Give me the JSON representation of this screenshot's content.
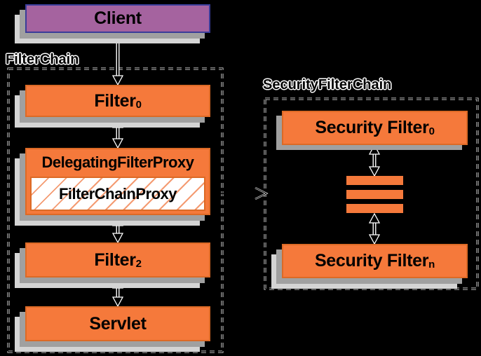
{
  "sections": {
    "filter_chain": {
      "label": "FilterChain"
    },
    "security_filter_chain": {
      "label": "SecurityFilterChain"
    }
  },
  "boxes": {
    "client": {
      "label": "Client"
    },
    "filter0": {
      "label": "Filter",
      "subscript": "0"
    },
    "delegating_filter_proxy": {
      "label": "DelegatingFilterProxy"
    },
    "filter_chain_proxy": {
      "label": "FilterChainProxy"
    },
    "filter2": {
      "label": "Filter",
      "subscript": "2"
    },
    "servlet": {
      "label": "Servlet"
    },
    "security_filter_0": {
      "label": "Security Filter",
      "subscript": "0"
    },
    "security_filter_n": {
      "label": "Security Filter",
      "subscript": "n"
    }
  },
  "stack_bars_count": 3,
  "colors": {
    "background": "#000000",
    "box_orange": "#F5793B",
    "box_orange_border": "#DC6A26",
    "client_purple": "#A5639F",
    "client_border": "#3A3D99",
    "shadow_near": "#A0A0A0",
    "shadow_far": "#D4D4D4",
    "hatch_line": "#F49B72",
    "text": "#000000"
  }
}
